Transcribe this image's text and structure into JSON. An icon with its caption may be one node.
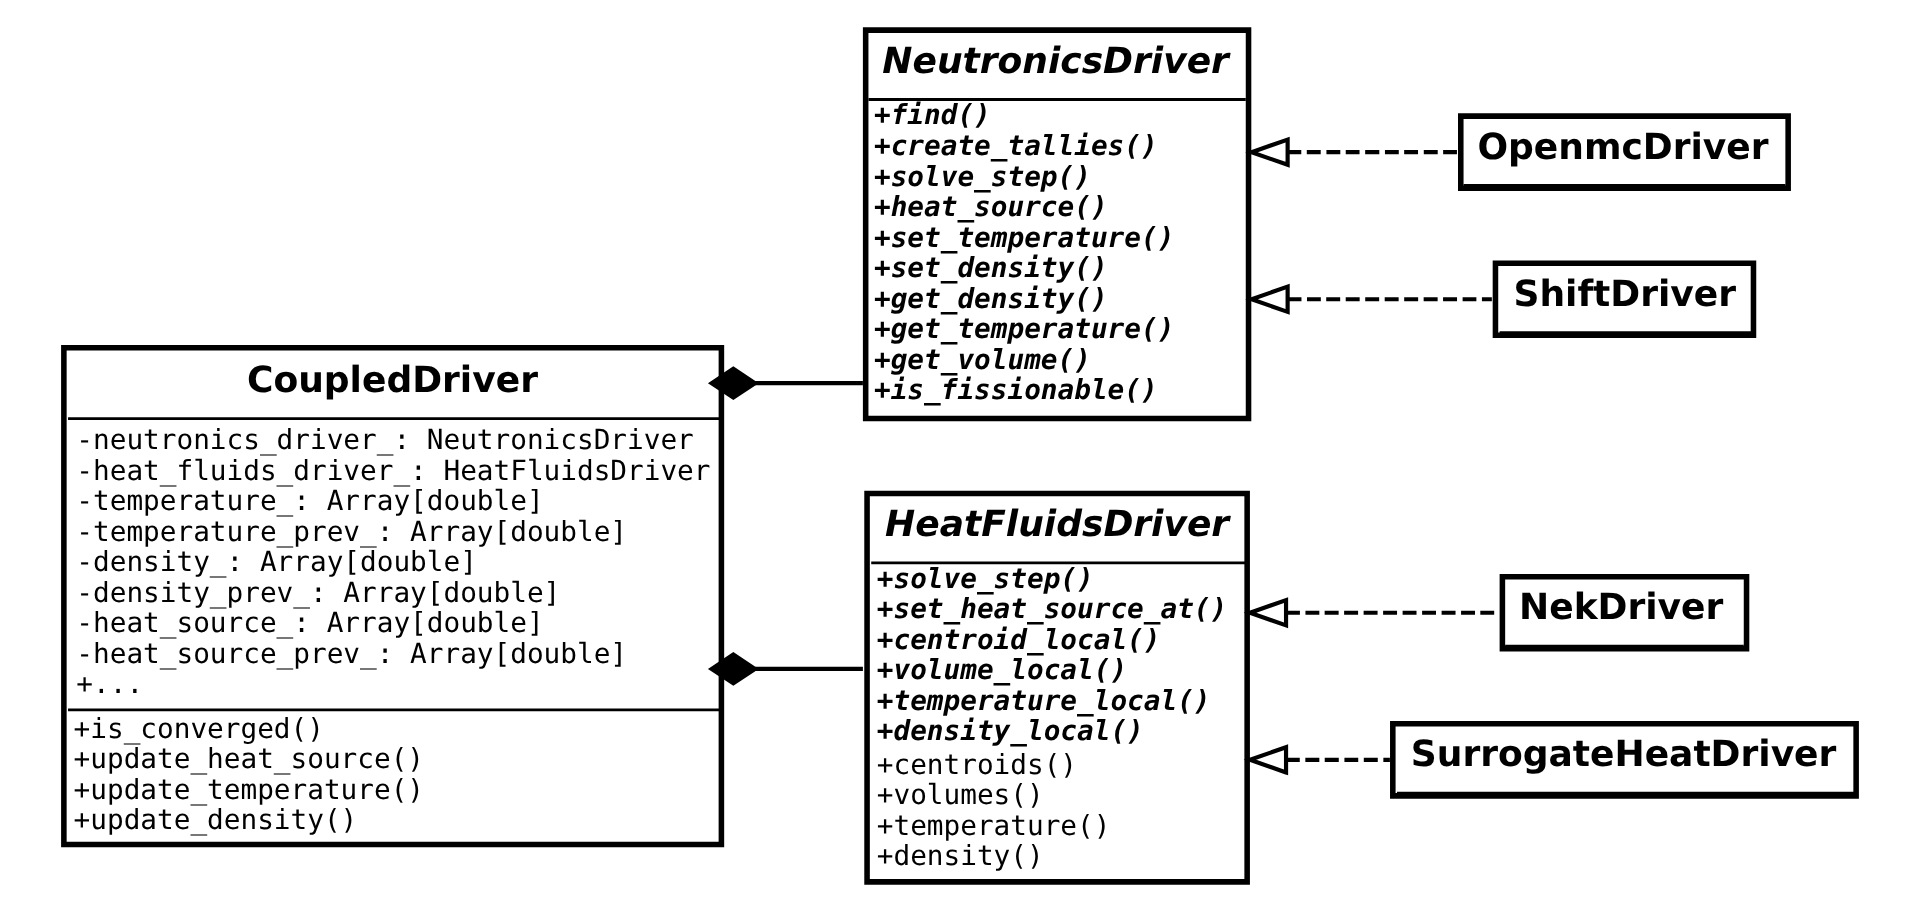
{
  "diagram": {
    "nodes": [
      {
        "text": [
          "CoupledDriver",
          "-neutronics_driver_: NeutronicsDriver",
          "-heat_fluids_driver_: HeatFluidsDriver",
          "-temperature_: Array[double]",
          "-temperature_prev_: Array[double]",
          "-density_: Array[double]",
          "-density_prev_: Array[double]",
          "-heat_source_: Array[double]",
          "-heat_source_prev_: Array[double]",
          "+...",
          "+is_converged()",
          "+update_heat_source()",
          "+update_temperature()",
          "+update_density()"
        ]
      },
      {
        "text": [
          "NeutronicsDriver",
          "+find()",
          "+create_tallies()",
          "+solve_step()",
          "+heat_source()",
          "+set_temperature()",
          "+set_density()",
          "+get_density()",
          "+get_temperature()",
          "+get_volume()",
          "+is_fissionable()"
        ]
      },
      {
        "text": [
          "OpenmcDriver"
        ]
      },
      {
        "text": [
          "ShiftDriver"
        ]
      },
      {
        "text": [
          "HeatFluidsDriver",
          "+solve_step()",
          "+set_heat_source_at()",
          "+centroid_local()",
          "+volume_local()",
          "+temperature_local()",
          "+density_local()",
          "+centroids()",
          "+volumes()",
          "+temperature()",
          "+density()"
        ]
      },
      {
        "text": [
          "NekDriver"
        ]
      },
      {
        "text": [
          "SurrogateHeatDriver"
        ]
      }
    ],
    "edges": [
      {
        "from": 0,
        "to": 1,
        "arrow": "other"
      },
      {
        "from": 0,
        "to": 4,
        "arrow": "other"
      },
      {
        "from": 2,
        "to": 1,
        "arrow": "to",
        "style": "dashed"
      },
      {
        "from": 3,
        "to": 1,
        "arrow": "to",
        "style": "dashed"
      },
      {
        "from": 5,
        "to": 4,
        "arrow": "to",
        "style": "dashed"
      },
      {
        "from": 6,
        "to": 4,
        "arrow": "to",
        "style": "dashed"
      }
    ]
  }
}
